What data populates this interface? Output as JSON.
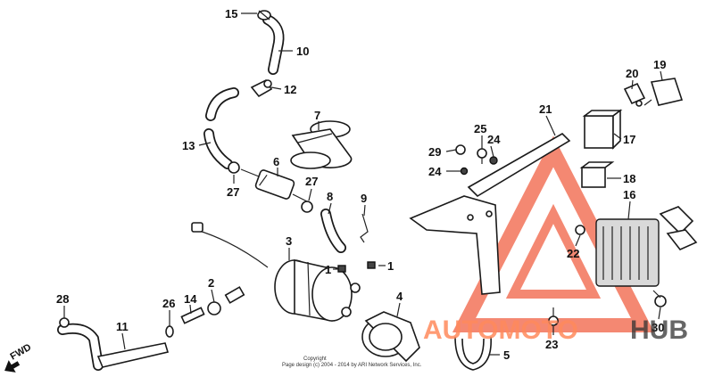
{
  "diagram": {
    "callouts": [
      {
        "id": "c15",
        "text": "15"
      },
      {
        "id": "c10",
        "text": "10"
      },
      {
        "id": "c12",
        "text": "12"
      },
      {
        "id": "c13",
        "text": "13"
      },
      {
        "id": "c27a",
        "text": "27"
      },
      {
        "id": "c7",
        "text": "7"
      },
      {
        "id": "c6",
        "text": "6"
      },
      {
        "id": "c27b",
        "text": "27"
      },
      {
        "id": "c8",
        "text": "8"
      },
      {
        "id": "c9",
        "text": "9"
      },
      {
        "id": "c3",
        "text": "3"
      },
      {
        "id": "c1a",
        "text": "1"
      },
      {
        "id": "c1b",
        "text": "1"
      },
      {
        "id": "c4",
        "text": "4"
      },
      {
        "id": "c5",
        "text": "5"
      },
      {
        "id": "c2",
        "text": "2"
      },
      {
        "id": "c14",
        "text": "14"
      },
      {
        "id": "c26",
        "text": "26"
      },
      {
        "id": "c11",
        "text": "11"
      },
      {
        "id": "c28",
        "text": "28"
      },
      {
        "id": "c21",
        "text": "21"
      },
      {
        "id": "c25",
        "text": "25"
      },
      {
        "id": "c24a",
        "text": "24"
      },
      {
        "id": "c29",
        "text": "29"
      },
      {
        "id": "c24b",
        "text": "24"
      },
      {
        "id": "c20",
        "text": "20"
      },
      {
        "id": "c19",
        "text": "19"
      },
      {
        "id": "c17",
        "text": "17"
      },
      {
        "id": "c18",
        "text": "18"
      },
      {
        "id": "c16",
        "text": "16"
      },
      {
        "id": "c22",
        "text": "22"
      },
      {
        "id": "c23",
        "text": "23"
      },
      {
        "id": "c30",
        "text": "30"
      }
    ],
    "fwd_label": "FWD",
    "copyright_line1": "Copyright",
    "copyright_line2": "Page design (c) 2004 - 2014 by ARI Network Services, Inc.",
    "watermark": {
      "word1": "AUTOMOTO",
      "word2": "HUB",
      "color_accent": "#ff6a3d",
      "color_dark": "#333333"
    }
  }
}
